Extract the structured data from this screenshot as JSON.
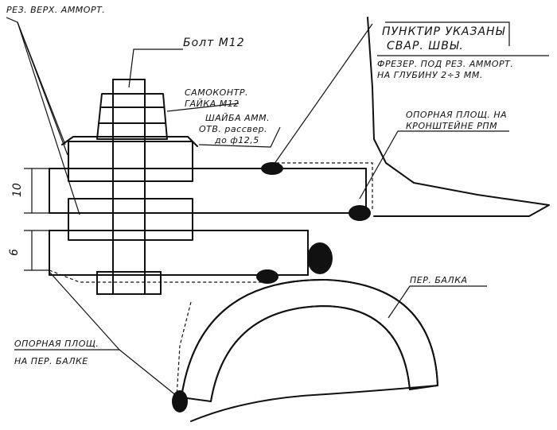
{
  "labels": {
    "rubber_top": "РЕЗ. ВЕРХ. АММОРТ.",
    "bolt": "Болт М12",
    "nut_line1": "САМОКОНТР.",
    "nut_line2": "ГАЙКА М12",
    "washer_line1": "ШАЙБА АММ.",
    "washer_line2": "ОТВ. рассвер.",
    "washer_line3": "до ф12,5",
    "weld_line1": "ПУНКТИР УКАЗАНЫ",
    "weld_line2": "СВАР. ШВЫ.",
    "mill_line1": "ФРЕЗЕР. ПОД РЕЗ. АММОРТ.",
    "mill_line2": "НА ГЛУБИНУ 2÷3 ММ.",
    "rpm_line1": "ОПОРНАЯ ПЛОЩ. НА",
    "rpm_line2": "КРОНШТЕЙНЕ РПМ",
    "beam_line1": "ОПОРНАЯ ПЛОЩ.",
    "beam_line2": "НА ПЕР. БАЛКЕ",
    "front_beam": "ПЕР. БАЛКА"
  },
  "dimensions": {
    "upper_plate": "10",
    "lower_plate": "6"
  },
  "colors": {
    "ink": "#111111",
    "paper": "#ffffff"
  }
}
